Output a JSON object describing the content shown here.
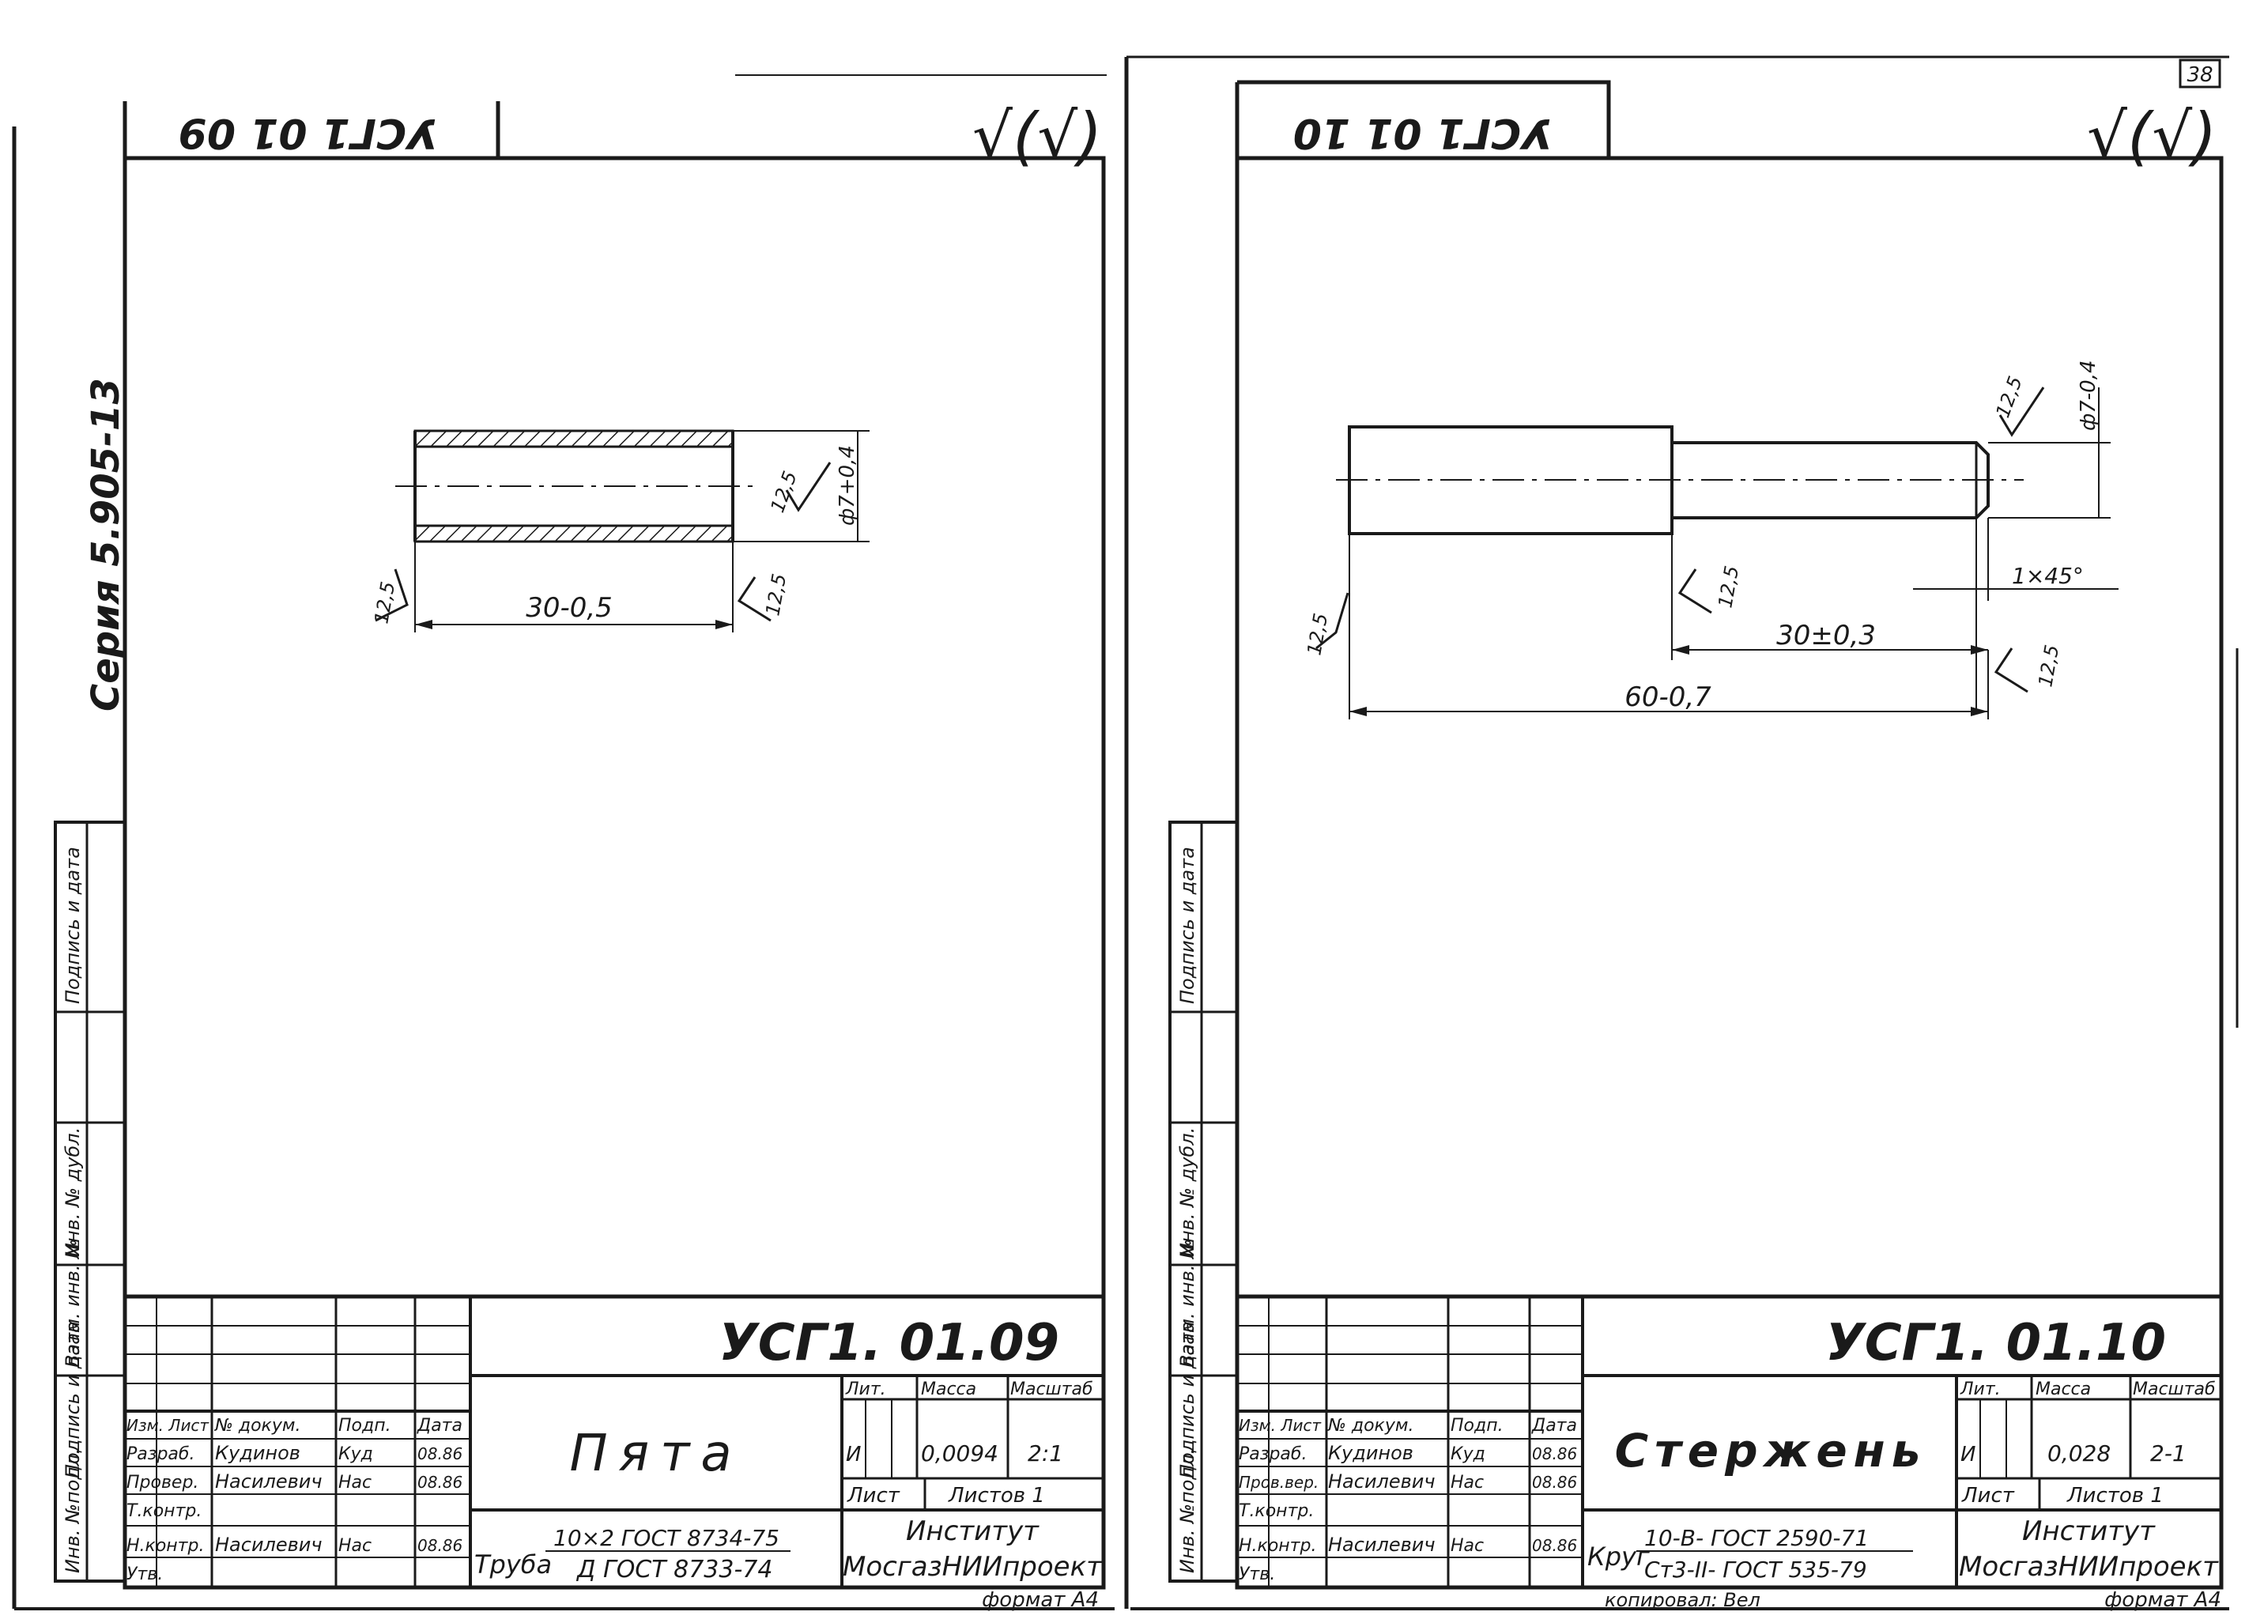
{
  "page_number": "38",
  "series_label": "Серия 5.905-13",
  "side_stamp_labels": [
    "Инв. №подл.",
    "Подпись и дата",
    "Взам. инв. №",
    "Инв. № дубл.",
    "Подпись и дата"
  ],
  "roughness_mark": "√(√)",
  "sheets": [
    {
      "designation": "УСГ1. 01.09",
      "corner_designation_inverted": "УСГ1 01 09",
      "part_name": "Пята",
      "drawing": {
        "dim_length": "30-0,5",
        "dim_diameter": "ф7+0,4",
        "roughness_values": [
          "12,5",
          "12,5",
          "12,5"
        ]
      },
      "material": {
        "name": "Труба",
        "spec_top": "10×2 ГОСТ 8734-75",
        "spec_bottom": "Д ГОСТ 8733-74"
      },
      "lit": "И",
      "mass": "0,0094",
      "scale": "2:1",
      "sheet_label": "Лист",
      "sheets_label": "Листов 1",
      "organization": [
        "Институт",
        "МосгазНИИпроект"
      ],
      "format": "формат А4",
      "headers": {
        "lit": "Лит.",
        "mass": "Масса",
        "scale": "Масштаб"
      },
      "signatures": [
        {
          "role": "Изм. Лист",
          "name": "№ докум.",
          "sign": "Подп.",
          "date": "Дата"
        },
        {
          "role": "Разраб.",
          "name": "Кудинов",
          "sign": "Куд",
          "date": "08.86"
        },
        {
          "role": "Провер.",
          "name": "Насилевич",
          "sign": "Нас",
          "date": "08.86"
        },
        {
          "role": "Т.контр.",
          "name": "",
          "sign": "",
          "date": ""
        },
        {
          "role": "Н.контр.",
          "name": "Насилевич",
          "sign": "Нас",
          "date": "08.86"
        },
        {
          "role": "Утв.",
          "name": "",
          "sign": "",
          "date": ""
        }
      ]
    },
    {
      "designation": "УСГ1. 01.10",
      "corner_designation_inverted": "УСГ1 01 10",
      "part_name": "Стержень",
      "drawing": {
        "dim_length_total": "60-0,7",
        "dim_length_step": "30±0,3",
        "dim_diameter": "ф7-0,4",
        "chamfer": "1×45°",
        "roughness_values": [
          "12,5",
          "12,5",
          "12,5",
          "12,5"
        ]
      },
      "material": {
        "name": "Круг",
        "spec_top": "10-В- ГОСТ 2590-71",
        "spec_bottom": "Ст3-II- ГОСТ 535-79"
      },
      "lit": "И",
      "mass": "0,028",
      "scale": "2-1",
      "sheet_label": "Лист",
      "sheets_label": "Листов 1",
      "organization": [
        "Институт",
        "МосгазНИИпроект"
      ],
      "format": "формат А4",
      "copied_by": "копировал: Вел",
      "headers": {
        "lit": "Лит.",
        "mass": "Масса",
        "scale": "Масштаб"
      },
      "signatures": [
        {
          "role": "Изм. Лист",
          "name": "№ докум.",
          "sign": "Подп.",
          "date": "Дата"
        },
        {
          "role": "Разраб.",
          "name": "Кудинов",
          "sign": "Куд",
          "date": "08.86"
        },
        {
          "role": "Пров.вер.",
          "name": "Насилевич",
          "sign": "Нас",
          "date": "08.86"
        },
        {
          "role": "Т.контр.",
          "name": "",
          "sign": "",
          "date": ""
        },
        {
          "role": "Н.контр.",
          "name": "Насилевич",
          "sign": "Нас",
          "date": "08.86"
        },
        {
          "role": "Утв.",
          "name": "",
          "sign": "",
          "date": ""
        }
      ]
    }
  ]
}
